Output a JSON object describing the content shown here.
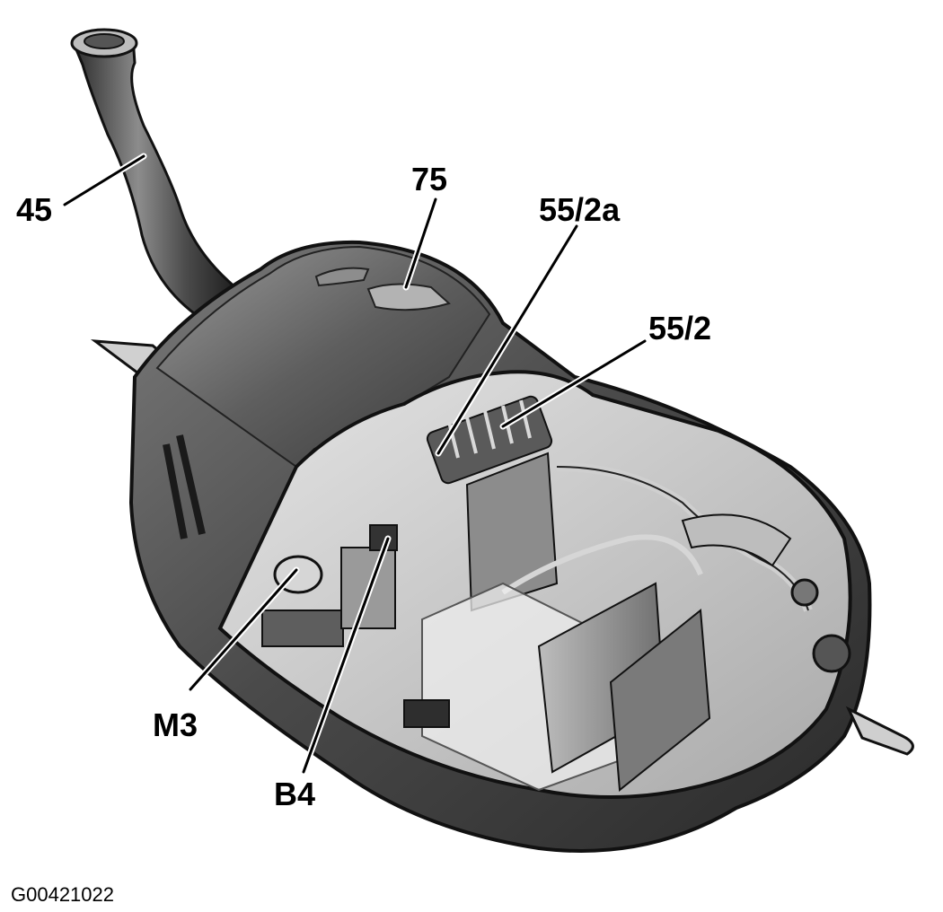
{
  "labels": {
    "filler_neck": "45",
    "top_fitting": "75",
    "fuel_pump_module_a": "55/2a",
    "fuel_pump_module": "55/2",
    "motor": "M3",
    "sensor": "B4"
  },
  "figure_id": "G00421022"
}
